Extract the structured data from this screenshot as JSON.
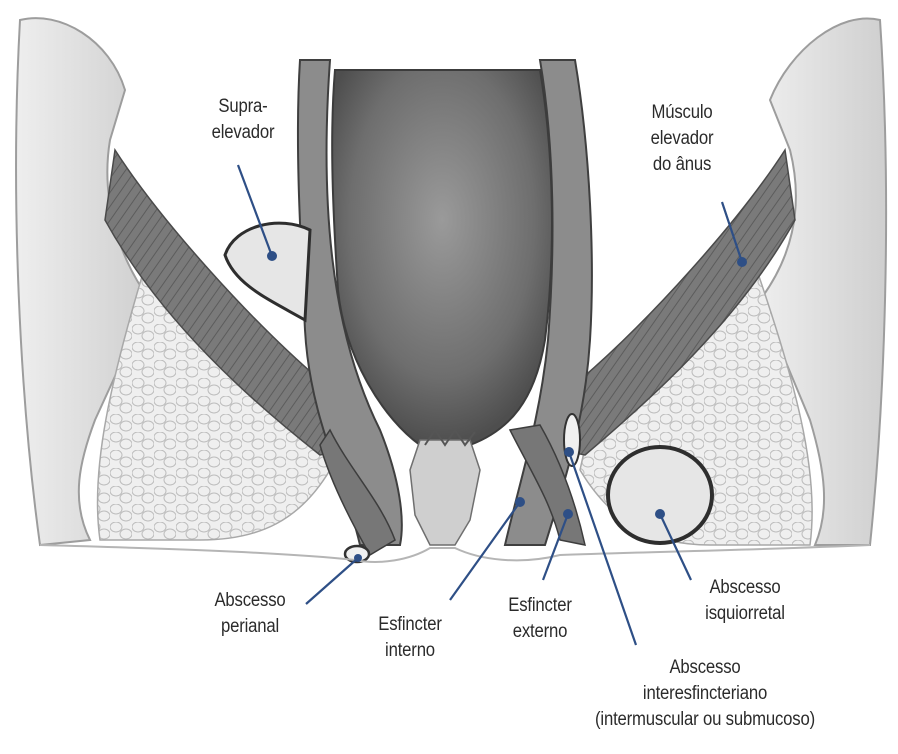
{
  "labels": {
    "supra": [
      "Supra-",
      "elevador"
    ],
    "elevador": [
      "Músculo",
      "elevador",
      "do ânus"
    ],
    "perianal": [
      "Abscesso",
      "perianal"
    ],
    "interno": [
      "Esfincter",
      "interno"
    ],
    "externo": [
      "Esfincter",
      "externo"
    ],
    "isquiorretal": [
      "Abscesso",
      "isquiorretal"
    ],
    "interesf": [
      "Abscesso",
      "interesfincteriano",
      "(intermuscular ou submucoso)"
    ]
  },
  "colors": {
    "leader_line": "#2e4f86",
    "label_text": "#2b2b2b"
  }
}
